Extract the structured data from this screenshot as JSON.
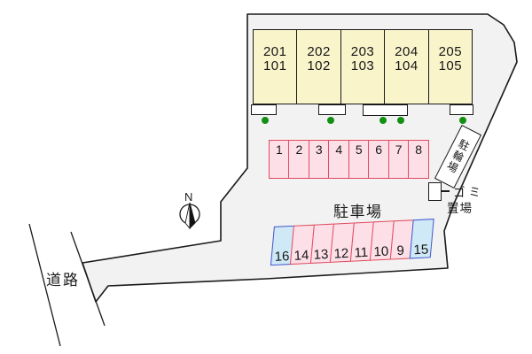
{
  "site": {
    "road_label": "道路",
    "parking_area_label": "駐車場",
    "bicycle_area_label": "駐輪場",
    "garbage_area_label_line1": "ゴミ",
    "garbage_area_label_line2": "置場",
    "compass_north_label": "N"
  },
  "building": {
    "units": [
      {
        "upper": "201",
        "lower": "101"
      },
      {
        "upper": "202",
        "lower": "102"
      },
      {
        "upper": "203",
        "lower": "103"
      },
      {
        "upper": "204",
        "lower": "104"
      },
      {
        "upper": "205",
        "lower": "105"
      }
    ]
  },
  "parking": {
    "top_row_spaces": [
      {
        "label": "1",
        "type": "pink"
      },
      {
        "label": "2",
        "type": "pink"
      },
      {
        "label": "3",
        "type": "pink"
      },
      {
        "label": "4",
        "type": "pink"
      },
      {
        "label": "5",
        "type": "pink"
      },
      {
        "label": "6",
        "type": "pink"
      },
      {
        "label": "7",
        "type": "pink"
      },
      {
        "label": "8",
        "type": "pink"
      }
    ],
    "bottom_row_spaces": [
      {
        "label": "16",
        "type": "blue"
      },
      {
        "label": "14",
        "type": "pink"
      },
      {
        "label": "13",
        "type": "pink"
      },
      {
        "label": "12",
        "type": "pink"
      },
      {
        "label": "11",
        "type": "pink"
      },
      {
        "label": "10",
        "type": "pink"
      },
      {
        "label": "9",
        "type": "pink"
      },
      {
        "label": "15",
        "type": "blue"
      }
    ]
  },
  "colors": {
    "site_fill": "#f2f2f2",
    "outline": "#1a1a1a",
    "building_fill": "#faf4cb",
    "space_pink_fill": "#fcdfe7",
    "space_pink_border": "#e04a5e",
    "space_blue_fill": "#cfe9f7",
    "space_blue_border": "#4255cc",
    "tree_green": "#129012"
  }
}
